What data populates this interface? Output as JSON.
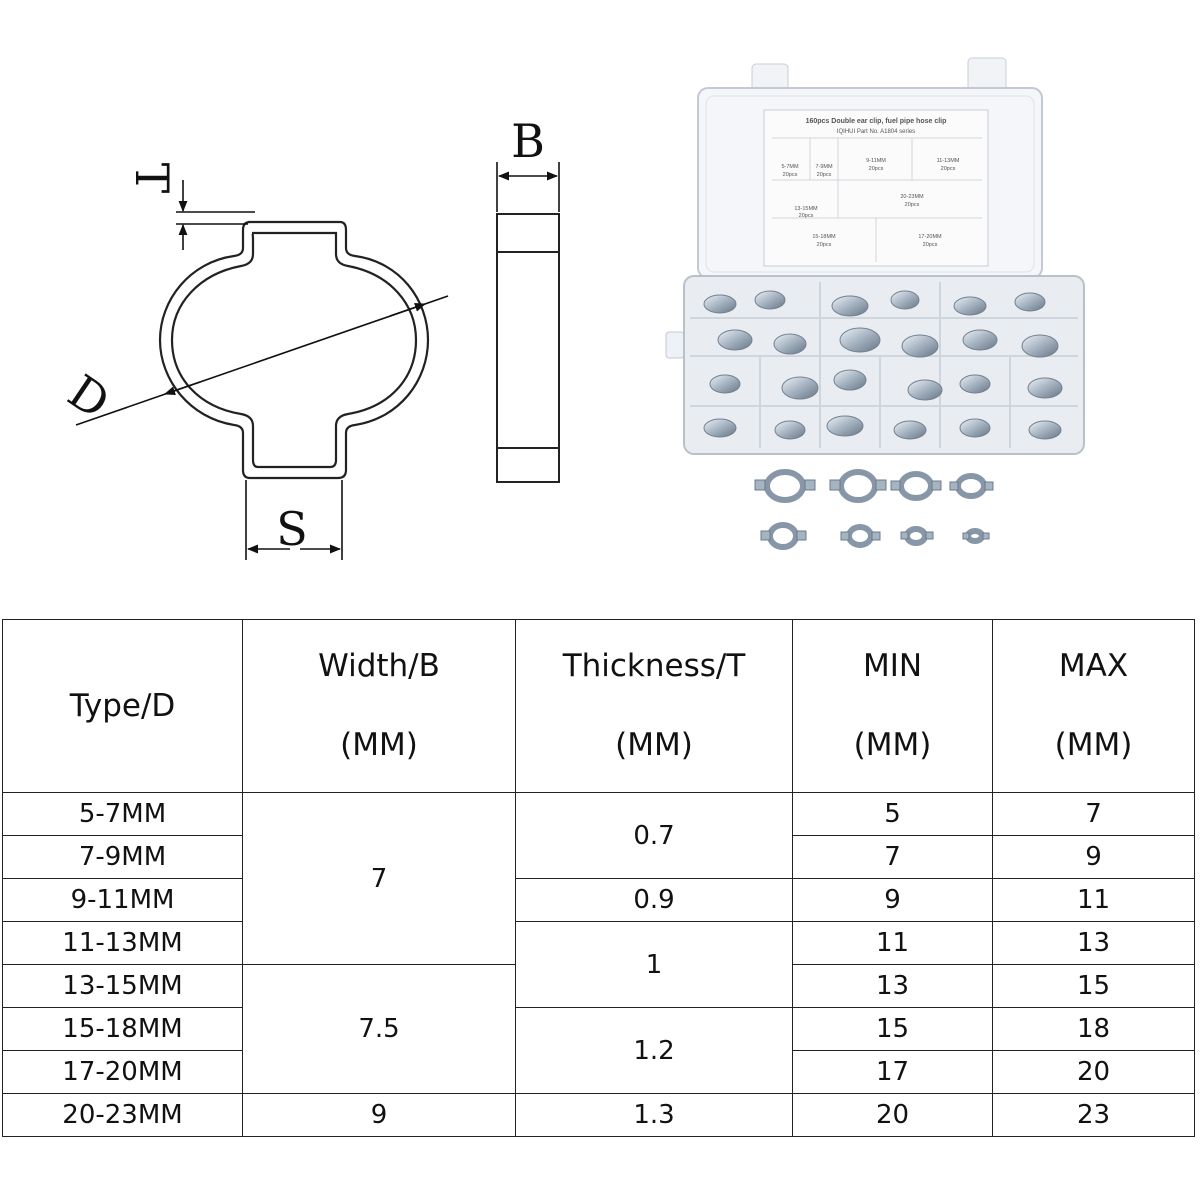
{
  "diagram": {
    "labels": {
      "thickness": "T",
      "width": "B",
      "diameter": "D",
      "span": "S"
    }
  },
  "product_box": {
    "label_title": "160pcs  Double ear clip, fuel pipe hose clip",
    "label_subtitle": "IQIHUI Part No.    A1804 series",
    "compartments": [
      {
        "size": "5-7MM",
        "qty": "20pcs"
      },
      {
        "size": "7-9MM",
        "qty": "20pcs"
      },
      {
        "size": "9-11MM",
        "qty": "20pcs"
      },
      {
        "size": "11-13MM",
        "qty": "20pcs"
      },
      {
        "size": "13-15MM",
        "qty": "20pcs"
      },
      {
        "size": "20-23MM",
        "qty": "20pcs"
      },
      {
        "size": "15-18MM",
        "qty": "20pcs"
      },
      {
        "size": "17-20MM",
        "qty": "20pcs"
      }
    ]
  },
  "table": {
    "headers": [
      {
        "line1": "Type/D",
        "line2": ""
      },
      {
        "line1": "Width/B",
        "line2": "(MM)"
      },
      {
        "line1": "Thickness/T",
        "line2": "(MM)"
      },
      {
        "line1": "MIN",
        "line2": "(MM)"
      },
      {
        "line1": "MAX",
        "line2": "(MM)"
      }
    ],
    "rows": [
      {
        "type": "5-7MM",
        "width": "7",
        "thickness": "0.7",
        "min": "5",
        "max": "7"
      },
      {
        "type": "7-9MM",
        "width": "7",
        "thickness": "0.7",
        "min": "7",
        "max": "9"
      },
      {
        "type": "9-11MM",
        "width": "7",
        "thickness": "0.9",
        "min": "9",
        "max": "11"
      },
      {
        "type": "11-13MM",
        "width": "7",
        "thickness": "1",
        "min": "11",
        "max": "13"
      },
      {
        "type": "13-15MM",
        "width": "7.5",
        "thickness": "1",
        "min": "13",
        "max": "15"
      },
      {
        "type": "15-18MM",
        "width": "7.5",
        "thickness": "1.2",
        "min": "15",
        "max": "18"
      },
      {
        "type": "17-20MM",
        "width": "7.5",
        "thickness": "1.2",
        "min": "17",
        "max": "20"
      },
      {
        "type": "20-23MM",
        "width": "9",
        "thickness": "1.3",
        "min": "20",
        "max": "23"
      }
    ]
  }
}
